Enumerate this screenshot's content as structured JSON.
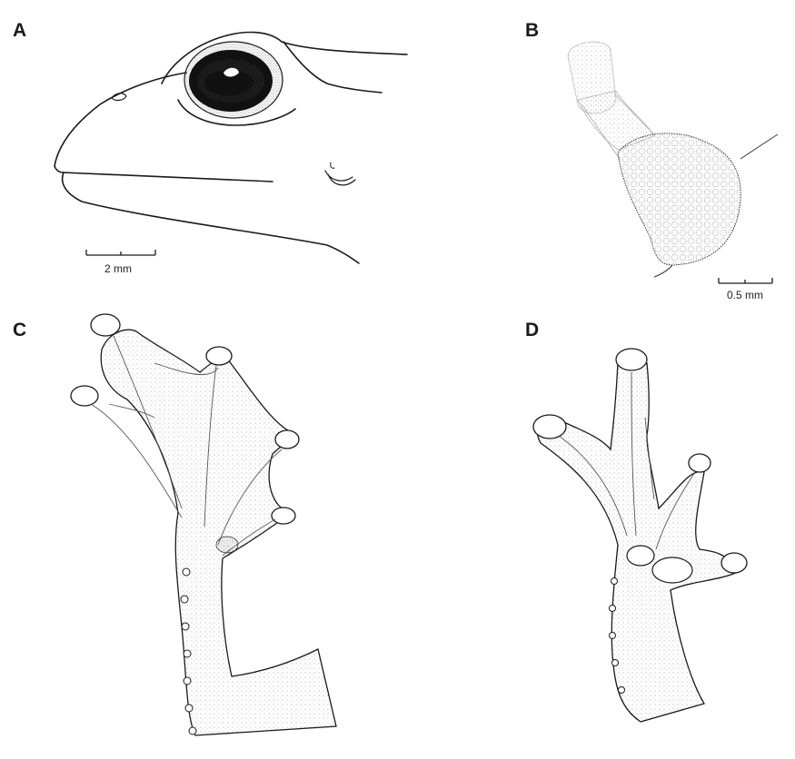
{
  "panels": [
    {
      "letter": "A",
      "scale_label": "2 mm"
    },
    {
      "letter": "B",
      "scale_label": "0.5 mm"
    },
    {
      "letter": "C"
    },
    {
      "letter": "D"
    }
  ],
  "colors": {
    "ink": "#1a1a1a",
    "fill": "#ffffff",
    "stipple": "#555555"
  }
}
